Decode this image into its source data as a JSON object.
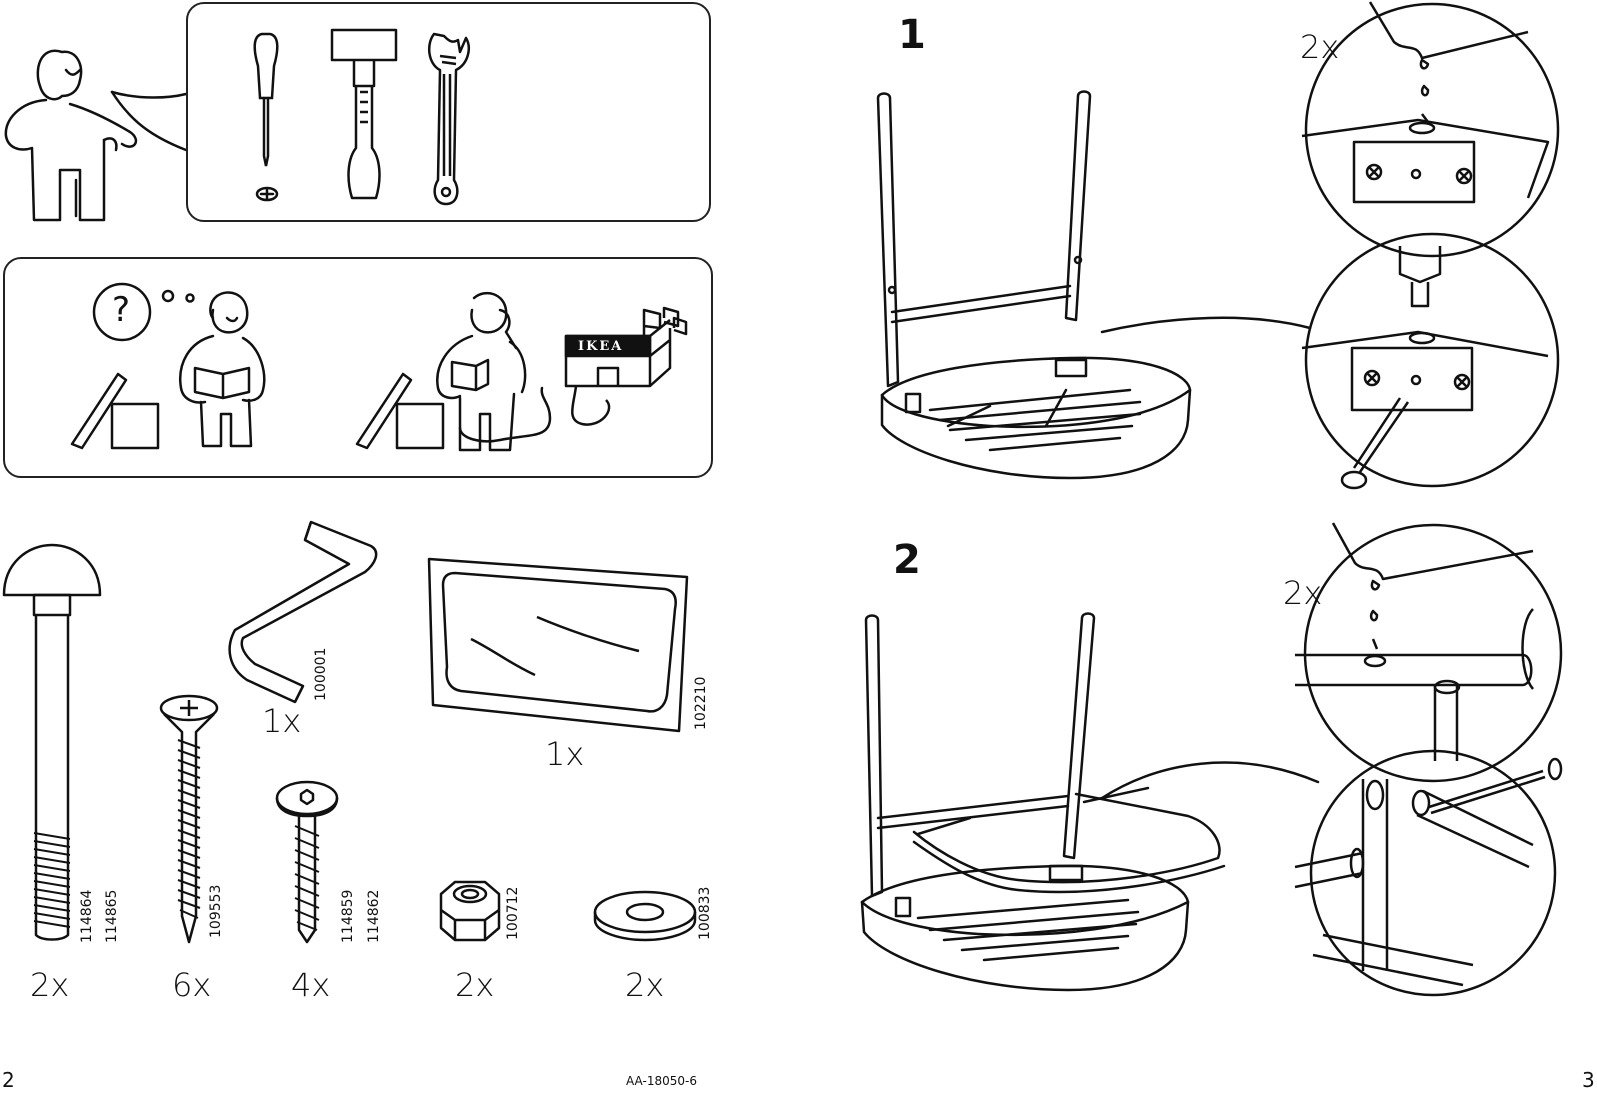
{
  "tools": {
    "items": [
      {
        "icon": "screwdriver-icon"
      },
      {
        "icon": "hammer-icon"
      },
      {
        "icon": "adjustable-wrench-icon"
      }
    ]
  },
  "help_panel": {
    "store_sign": "IKEA",
    "question_mark": "?"
  },
  "parts": [
    {
      "icon": "carriage-bolt-icon",
      "codes": [
        "114864",
        "114865"
      ],
      "qty": "2x"
    },
    {
      "icon": "wood-screw-icon",
      "codes": [
        "109553"
      ],
      "qty": "6x"
    },
    {
      "icon": "allen-bolt-icon",
      "codes": [
        "114859",
        "114862"
      ],
      "qty": "4x"
    },
    {
      "icon": "hex-nut-icon",
      "codes": [
        "100712"
      ],
      "qty": "2x"
    },
    {
      "icon": "washer-icon",
      "codes": [
        "100833"
      ],
      "qty": "2x"
    },
    {
      "icon": "allen-key-icon",
      "codes": [
        "100001"
      ],
      "qty": "1x"
    },
    {
      "icon": "glue-pad-icon",
      "codes": [
        "102210"
      ],
      "qty": "1x"
    }
  ],
  "steps": [
    {
      "number": "1",
      "detail_qty": "2x"
    },
    {
      "number": "2",
      "detail_qty": "2x"
    }
  ],
  "footer": {
    "left_page": "2",
    "doc_id": "AA-18050-6",
    "right_page": "3"
  }
}
